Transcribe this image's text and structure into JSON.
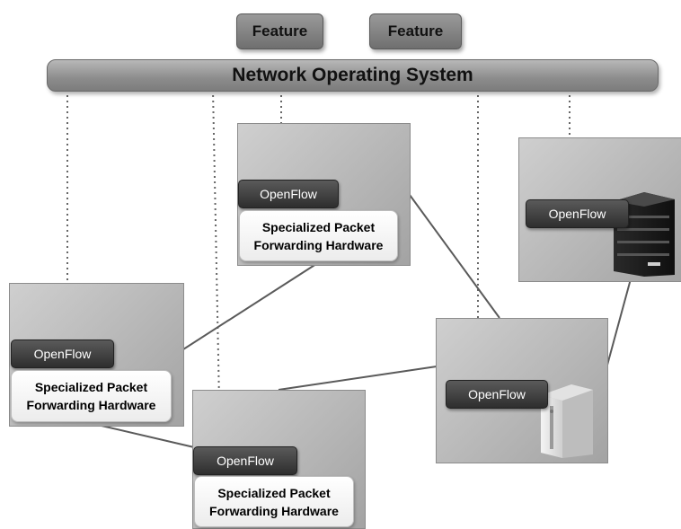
{
  "features": [
    {
      "label": "Feature"
    },
    {
      "label": "Feature"
    }
  ],
  "nos": {
    "label": "Network Operating System"
  },
  "nodes": [
    {
      "openflow_label": "OpenFlow",
      "hw_line1": "Specialized Packet",
      "hw_line2": "Forwarding Hardware"
    },
    {
      "openflow_label": "OpenFlow",
      "hw_line1": "Specialized Packet",
      "hw_line2": "Forwarding Hardware"
    },
    {
      "openflow_label": "OpenFlow",
      "hw_line1": "Specialized Packet",
      "hw_line2": "Forwarding Hardware"
    },
    {
      "openflow_label": "OpenFlow",
      "device_icon": "rack-server-icon"
    },
    {
      "openflow_label": "OpenFlow",
      "device_icon": "tower-server-icon"
    }
  ],
  "colors": {
    "panel": "#b8b8b8",
    "openflow": "#3d3d3d",
    "nos_bar": "#9a9a9a",
    "link": "#5a5a5a",
    "control_link": "#666666"
  }
}
